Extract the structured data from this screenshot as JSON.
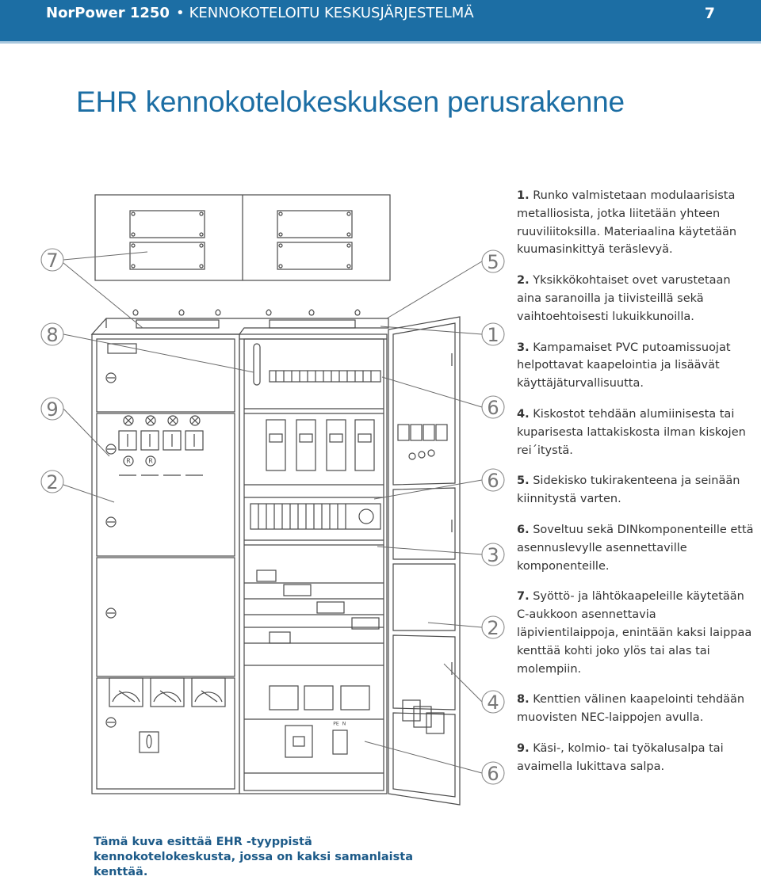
{
  "header": {
    "product": "NorPower 1250",
    "separator": "•",
    "subtitle": "KENNOKOTELOITU KESKUSJÄRJESTELMÄ",
    "page_number": "7"
  },
  "title": "EHR kennokotelokeskuksen perusrakenne",
  "colors": {
    "brand_blue": "#1c6ea4",
    "caption_blue": "#1c5a88"
  },
  "callouts": [
    {
      "num": "7",
      "side": "left"
    },
    {
      "num": "8",
      "side": "left"
    },
    {
      "num": "9",
      "side": "left"
    },
    {
      "num": "2",
      "side": "left"
    },
    {
      "num": "5",
      "side": "right"
    },
    {
      "num": "1",
      "side": "right"
    },
    {
      "num": "6",
      "side": "right"
    },
    {
      "num": "6",
      "side": "right"
    },
    {
      "num": "3",
      "side": "right"
    },
    {
      "num": "2",
      "side": "right"
    },
    {
      "num": "4",
      "side": "right"
    },
    {
      "num": "6",
      "side": "right"
    }
  ],
  "figure_labels": {
    "pe": "PE",
    "n": "N",
    "r": "R"
  },
  "notes": [
    {
      "num": "1.",
      "text": "Runko valmistetaan modulaarisista metalliosista, jotka liitetään yhteen ruuviliitoksilla. Materiaalina käytetään kuumasinkittyä teräslevyä."
    },
    {
      "num": "2.",
      "text": "Yksikkökohtaiset ovet varustetaan aina saranoilla ja tiivisteillä sekä vaihtoehtoisesti lukuikkunoilla."
    },
    {
      "num": "3.",
      "text": "Kampamaiset PVC putoamissuojat helpottavat kaapelointia ja lisäävät käyttäjäturvallisuutta."
    },
    {
      "num": "4.",
      "text": "Kiskostot tehdään alumiinisesta tai kuparisesta lattakiskosta ilman kiskojen rei´itystä."
    },
    {
      "num": "5.",
      "text": "Sidekisko tukirakenteena ja seinään kiinnitystä varten."
    },
    {
      "num": "6.",
      "text": "Soveltuu sekä DINkomponenteille että asennuslevylle asennettaville komponenteille."
    },
    {
      "num": "7.",
      "text": "Syöttö- ja lähtökaapeleille käytetään C-aukkoon asennettavia läpivientilaippoja, enintään kaksi laippaa kenttää kohti joko ylös tai alas tai molempiin."
    },
    {
      "num": "8.",
      "text": "Kenttien välinen kaapelointi tehdään muovisten NEC-laippojen avulla."
    },
    {
      "num": "9.",
      "text": "Käsi-, kolmio- tai työkalusalpa tai avaimella lukittava salpa."
    }
  ],
  "caption": "Tämä kuva esittää EHR -tyyppistä kennokotelokeskusta, jossa on kaksi samanlaista kenttää."
}
